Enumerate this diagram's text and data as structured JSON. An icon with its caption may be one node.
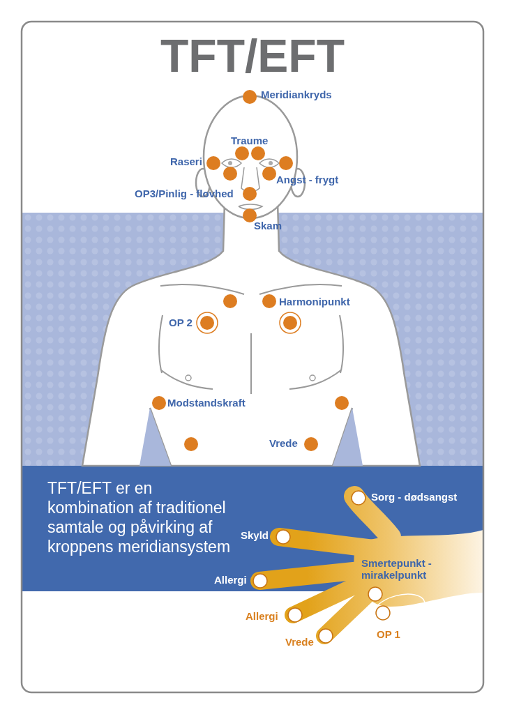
{
  "diagram": {
    "title": "TFT/EFT",
    "labels": [
      "Meridiankryds",
      "Traume",
      "Raseri",
      "Angst - frygt",
      "OP3/Pinlig - flovhed",
      "Skam",
      "Harmonipunkt",
      "OP 2",
      "Modstandskraft",
      "Vrede",
      "TFT/EFT er en kombination af traditionel samtale og påvirking af kroppens meridiansystem",
      "Sorg - dødsangst",
      "Skyld",
      "Smertepunkt - mirakelpunkt",
      "Allergi",
      "Allergi",
      "Vrede",
      "OP 1"
    ]
  }
}
